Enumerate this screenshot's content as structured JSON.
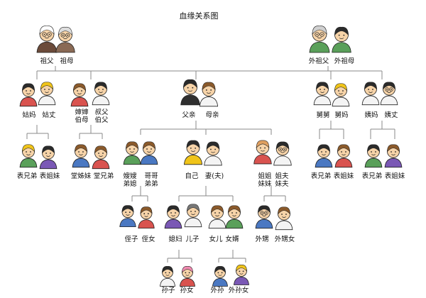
{
  "title": "血缘关系图",
  "labels": {
    "grandfather": "祖父",
    "grandmother": "祖母",
    "maternal_grandfather": "外祖父",
    "maternal_grandmother": "外祖母",
    "aunt_paternal": "姑妈",
    "uncle_in_law_paternal": "姑丈",
    "aunt_in_law_1": "婶婶",
    "aunt_in_law_2": "伯母",
    "uncle_1": "叔父",
    "uncle_2": "伯父",
    "father": "父亲",
    "mother": "母亲",
    "uncle_maternal": "舅舅",
    "aunt_in_law_maternal": "舅妈",
    "aunt_maternal": "姨妈",
    "uncle_in_law_maternal": "姨丈",
    "cousin_brother_1": "表兄弟",
    "cousin_sister_1": "表姐妹",
    "paternal_cousin_sister": "堂姊妹",
    "paternal_cousin_brother": "堂兄弟",
    "sister_in_law_1": "嫂嫂",
    "sister_in_law_2": "弟媳",
    "elder_brother": "哥哥",
    "younger_brother": "弟弟",
    "self": "自己",
    "spouse": "妻(夫)",
    "elder_sister": "姐姐",
    "younger_sister": "妹妹",
    "brother_in_law_1": "姐夫",
    "brother_in_law_2": "妹夫",
    "cousin_brother_3": "表兄弟",
    "cousin_sister_3": "表姐妹",
    "cousin_brother_4": "表兄弟",
    "cousin_sister_4": "表姐妹",
    "nephew": "侄子",
    "niece": "侄女",
    "daughter_in_law": "媳妇",
    "son": "儿子",
    "daughter": "女儿",
    "son_in_law": "女婿",
    "nephew_maternal": "外甥",
    "niece_maternal": "外甥女",
    "grandson": "孙子",
    "granddaughter": "孙女",
    "grandson_maternal": "外孙",
    "granddaughter_maternal": "外孙女"
  },
  "colors": {
    "line": "#8a8a8a",
    "skin": "#f6d3a8",
    "hair_dark": "#2b2b2b",
    "hair_brown": "#8b5a2b",
    "hair_blond": "#f0c419",
    "shirt_red": "#d9534f",
    "shirt_blue": "#4a78c2",
    "shirt_green": "#5aa05a",
    "shirt_purple": "#7a58b5",
    "shirt_white": "#f4f4f4"
  }
}
